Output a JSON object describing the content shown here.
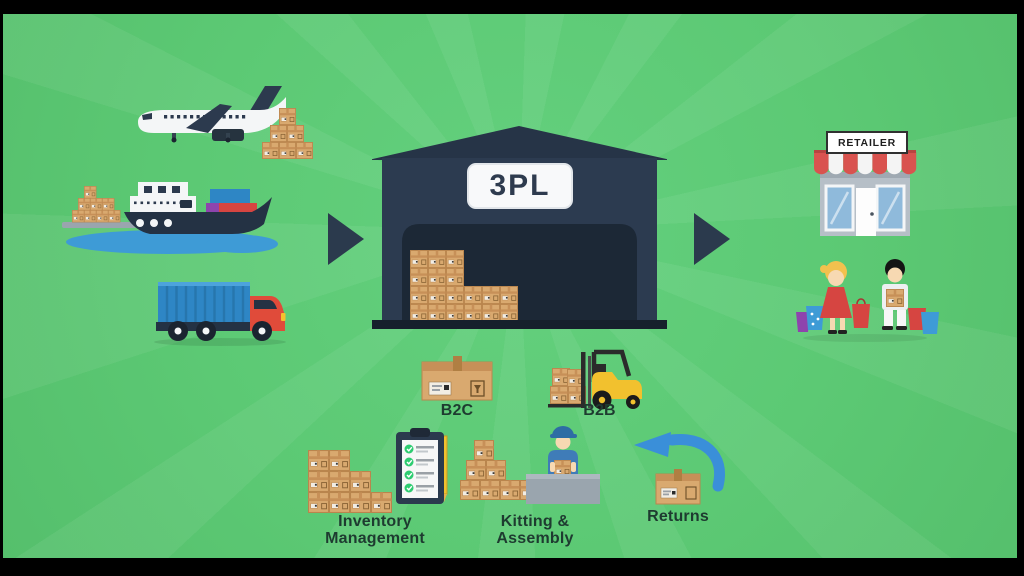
{
  "scene_title": "3PL third-party logistics process illustration",
  "colors": {
    "background_green": "#5CC974",
    "ray_highlight": "#6BD481",
    "navy": "#2C3A4E",
    "navy_dark": "#1F2B3A",
    "cardboard": "#D9A96F",
    "cardboard_dark": "#C79058",
    "container_blue": "#2E86C5",
    "cab_red": "#E04B3A",
    "forklift_yellow": "#F2C12E",
    "water_blue": "#3E9BD6",
    "returns_arrow_blue": "#3A8FD9",
    "awning_red": "#D9534F",
    "store_gray": "#B6BFC7",
    "label_text": "#1E3B30",
    "letterbox": "#000000"
  },
  "warehouse": {
    "sign": "3PL",
    "icon": "warehouse-icon"
  },
  "retailer": {
    "sign": "RETAILER",
    "icon": "storefront-icon"
  },
  "transport": [
    {
      "name": "air-freight",
      "icon": "airplane-icon"
    },
    {
      "name": "sea-freight",
      "icon": "cargo-ship-icon"
    },
    {
      "name": "road-freight",
      "icon": "truck-icon"
    }
  ],
  "flow": {
    "inbound": "inbound-arrow-icon",
    "outbound": "outbound-arrow-icon"
  },
  "services": [
    {
      "label": "B2C",
      "icon": "parcel-box-icon"
    },
    {
      "label": "B2B",
      "icon": "forklift-icon"
    },
    {
      "label": "Inventory Management",
      "icon": "boxes-checklist-icon"
    },
    {
      "label": "Kitting & Assembly",
      "icon": "worker-assembly-icon"
    },
    {
      "label": "Returns",
      "icon": "return-arrow-icon"
    }
  ],
  "consumers": {
    "icon": "shoppers-icon"
  }
}
